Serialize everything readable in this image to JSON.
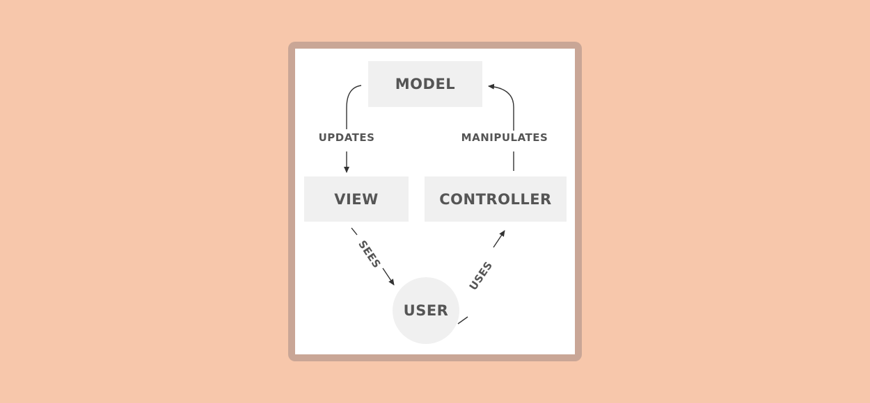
{
  "diagram": {
    "nodes": {
      "model": "MODEL",
      "view": "VIEW",
      "controller": "CONTROLLER",
      "user": "USER"
    },
    "edges": {
      "updates": "UPDATES",
      "manipulates": "MANIPULATES",
      "sees": "SEES",
      "uses": "USES"
    }
  },
  "colors": {
    "page_background": "#f7c7ab",
    "frame_border": "#c9a696",
    "canvas_background": "#ffffff",
    "node_fill": "#f0f0f0",
    "text": "#555555",
    "arrow": "#333333"
  }
}
